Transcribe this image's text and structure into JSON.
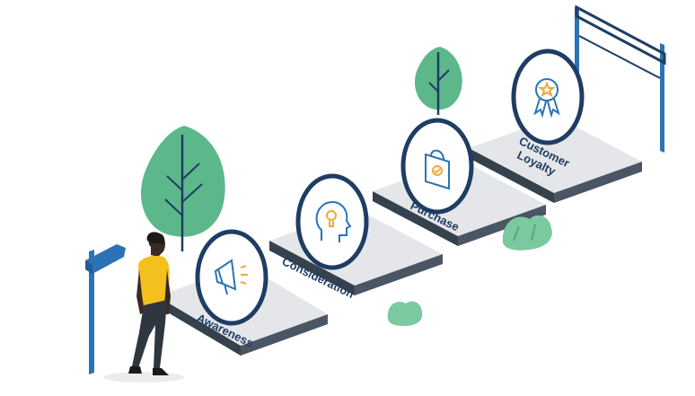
{
  "journey": {
    "stages": [
      {
        "label_lines": [
          "Awareness"
        ],
        "icon": "megaphone-icon"
      },
      {
        "label_lines": [
          "Consideration"
        ],
        "icon": "head-lightbulb-icon"
      },
      {
        "label_lines": [
          "Purchase"
        ],
        "icon": "shopping-bag-icon"
      },
      {
        "label_lines": [
          "Customer",
          "Loyalty"
        ],
        "icon": "award-ribbon-icon"
      }
    ]
  },
  "colors": {
    "navy": "#1f3d63",
    "accent_blue": "#2b73b6",
    "tree_green": "#5cb88b",
    "shrub_green": "#7bc99f",
    "platform_top": "#e4e6e9",
    "platform_side": "#35414d",
    "shirt_yellow": "#f3c01e",
    "badge_orange": "#f2a93b"
  }
}
